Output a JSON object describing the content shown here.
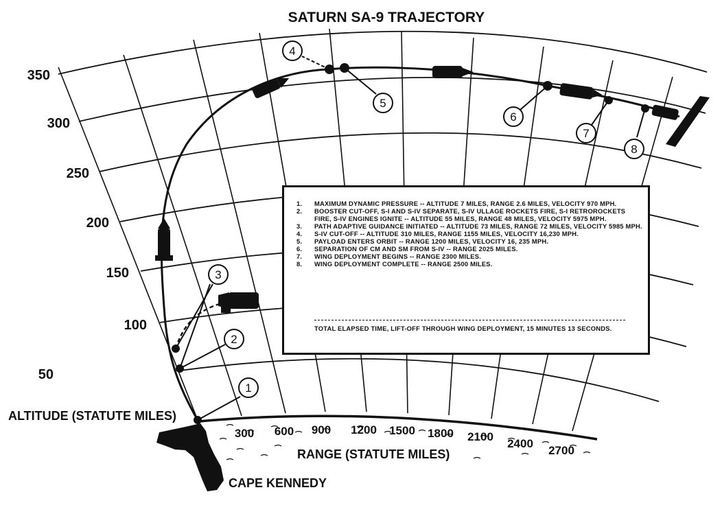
{
  "title": "SATURN SA-9 TRAJECTORY",
  "altitude_axis": {
    "label": "ALTITUDE (STATUTE MILES)",
    "ticks": [
      "50",
      "100",
      "150",
      "200",
      "250",
      "300",
      "350"
    ]
  },
  "range_axis": {
    "label": "RANGE (STATUTE MILES)",
    "ticks": [
      "300",
      "600",
      "900",
      "1200",
      "1500",
      "1800",
      "2100",
      "2400",
      "2700"
    ]
  },
  "location_label": "CAPE KENNEDY",
  "event_markers": [
    "1",
    "2",
    "3",
    "4",
    "5",
    "6",
    "7",
    "8"
  ],
  "legend": {
    "items": [
      {
        "num": "1.",
        "text": "MAXIMUM DYNAMIC PRESSURE -- ALTITUDE 7 MILES, RANGE 2.6 MILES, VELOCITY 970 MPH."
      },
      {
        "num": "2.",
        "text": "BOOSTER CUT-OFF, S-I AND S-IV SEPARATE, S-IV ULLAGE ROCKETS FIRE, S-I RETROROCKETS FIRE, S-IV ENGINES IGNITE -- ALTITUDE 55 MILES, RANGE 48 MILES, VELOCITY 5975 MPH."
      },
      {
        "num": "3.",
        "text": "PATH ADAPTIVE GUIDANCE INITIATED -- ALTITUDE 73 MILES, RANGE 72 MILES, VELOCITY 5985 MPH."
      },
      {
        "num": "4.",
        "text": "S-IV CUT-OFF -- ALTITUDE 310 MILES, RANGE 1155 MILES, VELOCITY 16,230 MPH."
      },
      {
        "num": "5.",
        "text": "PAYLOAD ENTERS ORBIT -- RANGE 1200 MILES, VELOCITY 16, 235 MPH."
      },
      {
        "num": "6.",
        "text": "SEPARATION OF CM AND SM FROM S-IV -- RANGE 2025 MILES."
      },
      {
        "num": "7.",
        "text": "WING DEPLOYMENT BEGINS -- RANGE 2300 MILES."
      },
      {
        "num": "8.",
        "text": "WING DEPLOYMENT COMPLETE -- RANGE 2500 MILES."
      }
    ],
    "total": "TOTAL ELAPSED TIME, LIFT-OFF THROUGH WING DEPLOYMENT, 15 MINUTES 13 SECONDS."
  }
}
